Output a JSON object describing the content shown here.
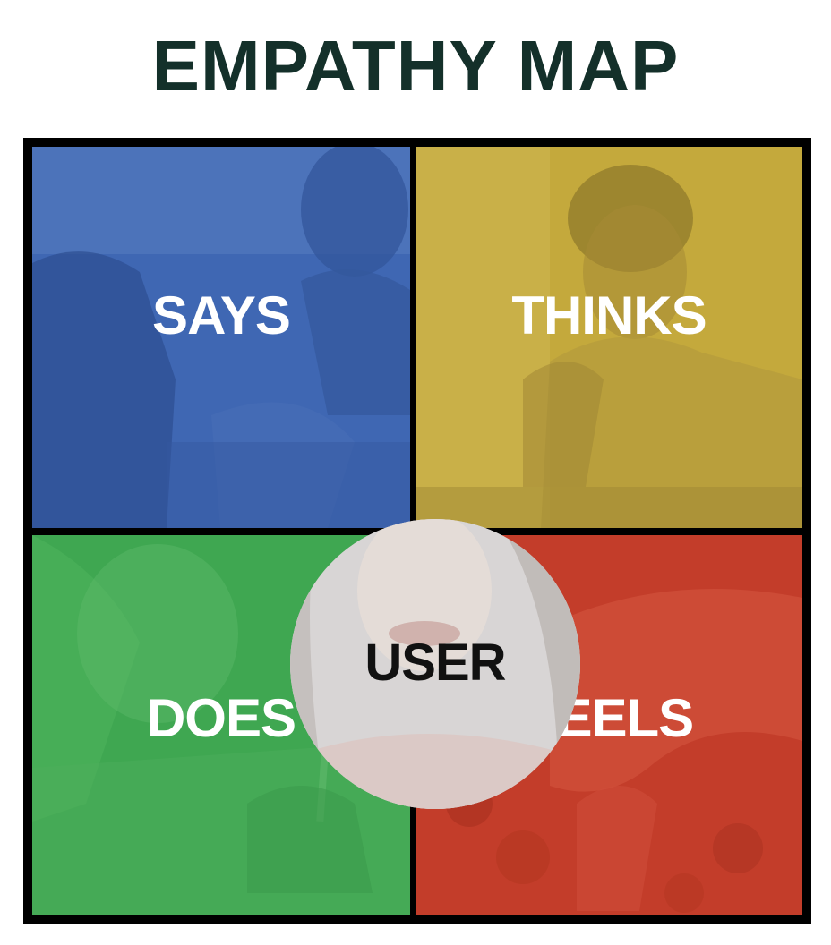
{
  "title": "EMPATHY MAP",
  "quadrants": {
    "says": {
      "label": "SAYS",
      "color": "#3f67b3"
    },
    "thinks": {
      "label": "THINKS",
      "color": "#c4a93c"
    },
    "does": {
      "label": "DOES",
      "color": "#3fa751"
    },
    "feels": {
      "label": "FEELS",
      "color": "#c33d2a"
    }
  },
  "center": {
    "label": "USER"
  },
  "colors": {
    "title": "#14302a",
    "border": "#000000"
  }
}
